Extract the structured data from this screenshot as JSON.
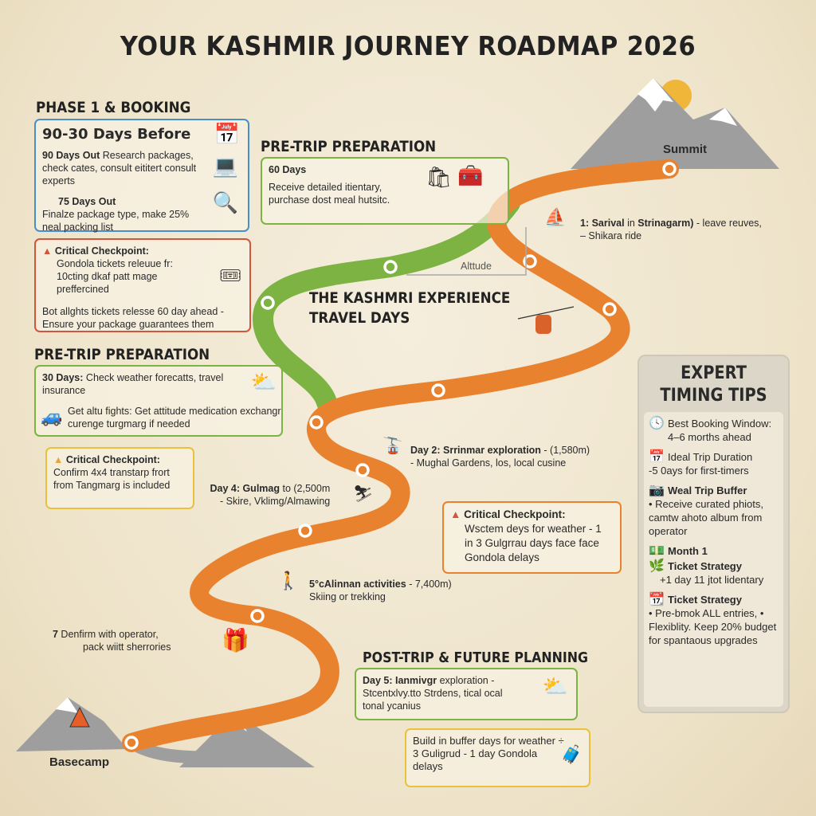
{
  "title": "YOUR KASHMIR JOURNEY ROADMAP 2026",
  "colors": {
    "orange": "#e9822f",
    "green": "#7cb342",
    "blue": "#4a8ec9",
    "red": "#d2553d",
    "yellow": "#e9c13d",
    "mountain": "#9e9e9e"
  },
  "phase1": {
    "heading": "PHASE 1 & BOOKING",
    "box_title": "90-30 Days Before",
    "item1_bold": "90 Days Out",
    "item1_text": "Research packages, check cates, consult eititert consult experts",
    "item2_bold": "75 Days Out",
    "item2_text": "Finalze package type,    make 25% neal packing list",
    "icons": [
      "calendar-icon",
      "laptop-icon",
      "magnifier-icon"
    ]
  },
  "checkpoint1": {
    "title": "Critical Checkpoint:",
    "line1": "Gondola tickets releuue fr: 10cting dkaf patt mage preffercined",
    "line2": "Bot allghts tickets relesse 60 day ahead - Ensure your package guarantees them"
  },
  "pretrip_top": {
    "heading": "PRE-TRIP PREPARATION",
    "box_title": "60 Days",
    "text": "Receive detailed itientary, purchase dost meal hutsitc."
  },
  "pretrip_left": {
    "heading": "PRE-TRIP PREPARATION",
    "item1_bold": "30 Days:",
    "item1_text": "Check weather forecatts, travel insurance",
    "item2_text": "Get altu fights: Get attitude medication exchangr curenge turgmarg if needed"
  },
  "checkpoint2": {
    "title": "Critical Checkpoint:",
    "text": "Confirm 4x4 transtarp frort from Tangmarg is included"
  },
  "checkpoint3": {
    "title": "Critical Checkpoint:",
    "text": "Wsctem deys for weather - 1 in 3 Gulgrrau days face face Gondola delays"
  },
  "experience": {
    "line1": "THE KASHMRI EXPERIENCE",
    "line2": "TRAVEL DAYS",
    "altitude": "Alttude"
  },
  "days": {
    "d1_bold": "1: Sarival",
    "d1_mid": " in ",
    "d1_bold2": "Strinagarm)",
    "d1_text": " - leave reuves,",
    "d1_sub": "– Shikara ride",
    "d2_bold": "Day 2: Srrinmar exploration",
    "d2_text": " - (1,580m)",
    "d2_sub": "- Mughal Gardens, los, local cusine",
    "d4_bold": "Day 4: Gulmag",
    "d4_text": " to (2,500m",
    "d4_sub": "- Skire, Vklimg/Almawing",
    "d5_bold": "5°cAlinnan activities",
    "d5_text": " - 7,400m)",
    "d5_sub": "Skiing or trekking",
    "d7_bold": "7",
    "d7_text": " Denfirm with operator,",
    "d7_sub": "pack wiitt sherrories"
  },
  "landmarks": {
    "summit": "Summit",
    "basecamp": "Basecamp"
  },
  "posttrip": {
    "heading": "POST-TRIP & FUTURE PLANNING",
    "bold": "Day 5: Ianmivgr",
    "text": " exploration -",
    "sub": "Stcentxlvy.tto Strdens, tical ocal tonal ycanius"
  },
  "buffer": {
    "text": "Build in buffer days for weather ÷ 3 Guligrud - 1 day Gondola delays"
  },
  "tips": {
    "heading1": "EXPERT",
    "heading2": "TIMING TIPS",
    "items": [
      {
        "icon": "clock-icon",
        "title": "Best Booking Window:",
        "text": "4–6 morths ahead"
      },
      {
        "icon": "calendar-icon",
        "title": "Ideal Trip Duration",
        "text": "-5 0ays for first-timers"
      },
      {
        "icon": "camera-icon",
        "title": "Weal Trip Buffer",
        "text": "• Receive curated phiots, camtw ahoto album from operator"
      },
      {
        "icon": "money-icon",
        "title": "Month 1",
        "text": ""
      },
      {
        "icon": "leaf-icon",
        "title": "Ticket Strategy",
        "text": "+1 day 11 jtot lidentary"
      },
      {
        "icon": "calendar-icon",
        "title": "Ticket Strategy",
        "text": "• Pre-bmok ALL entries, • Flexiblity. Keep 20% budget for spantaous upgrades"
      }
    ]
  }
}
